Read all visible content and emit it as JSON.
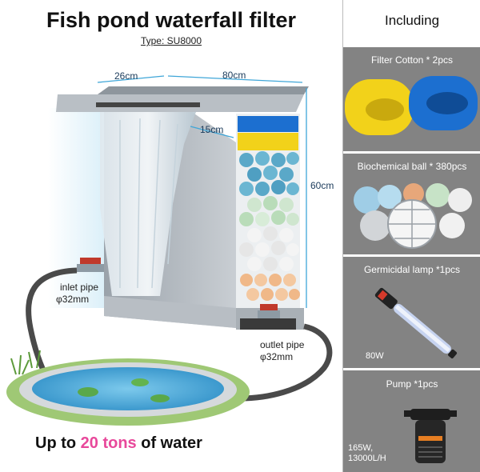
{
  "title": "Fish pond waterfall filter",
  "subtitle": "Type: SU8000",
  "dimensions": {
    "width": "26cm",
    "length": "80cm",
    "spout": "15cm",
    "height": "60cm"
  },
  "labels": {
    "inlet_pipe": "inlet pipe",
    "inlet_size": "φ32mm",
    "outlet_pipe": "outlet pipe",
    "outlet_size": "φ32mm"
  },
  "tagline": {
    "prefix": "Up to ",
    "highlight": "20 tons",
    "suffix": " of water"
  },
  "colors": {
    "highlight": "#e8489b",
    "panel_bg": "#838383",
    "cotton_yellow": "#f2d21a",
    "cotton_blue": "#1c6fd0"
  },
  "sidebar": {
    "header": "Including",
    "items": [
      {
        "label": "Filter Cotton * 2pcs",
        "icon": "filter-cotton-icon"
      },
      {
        "label": "Biochemical ball * 380pcs",
        "icon": "bio-ball-icon"
      },
      {
        "label": "Germicidal lamp *1pcs",
        "note": "80W",
        "icon": "uv-lamp-icon"
      },
      {
        "label": "Pump *1pcs",
        "note_line1": "165W,",
        "note_line2": "13000L/H",
        "icon": "pump-icon"
      }
    ]
  }
}
